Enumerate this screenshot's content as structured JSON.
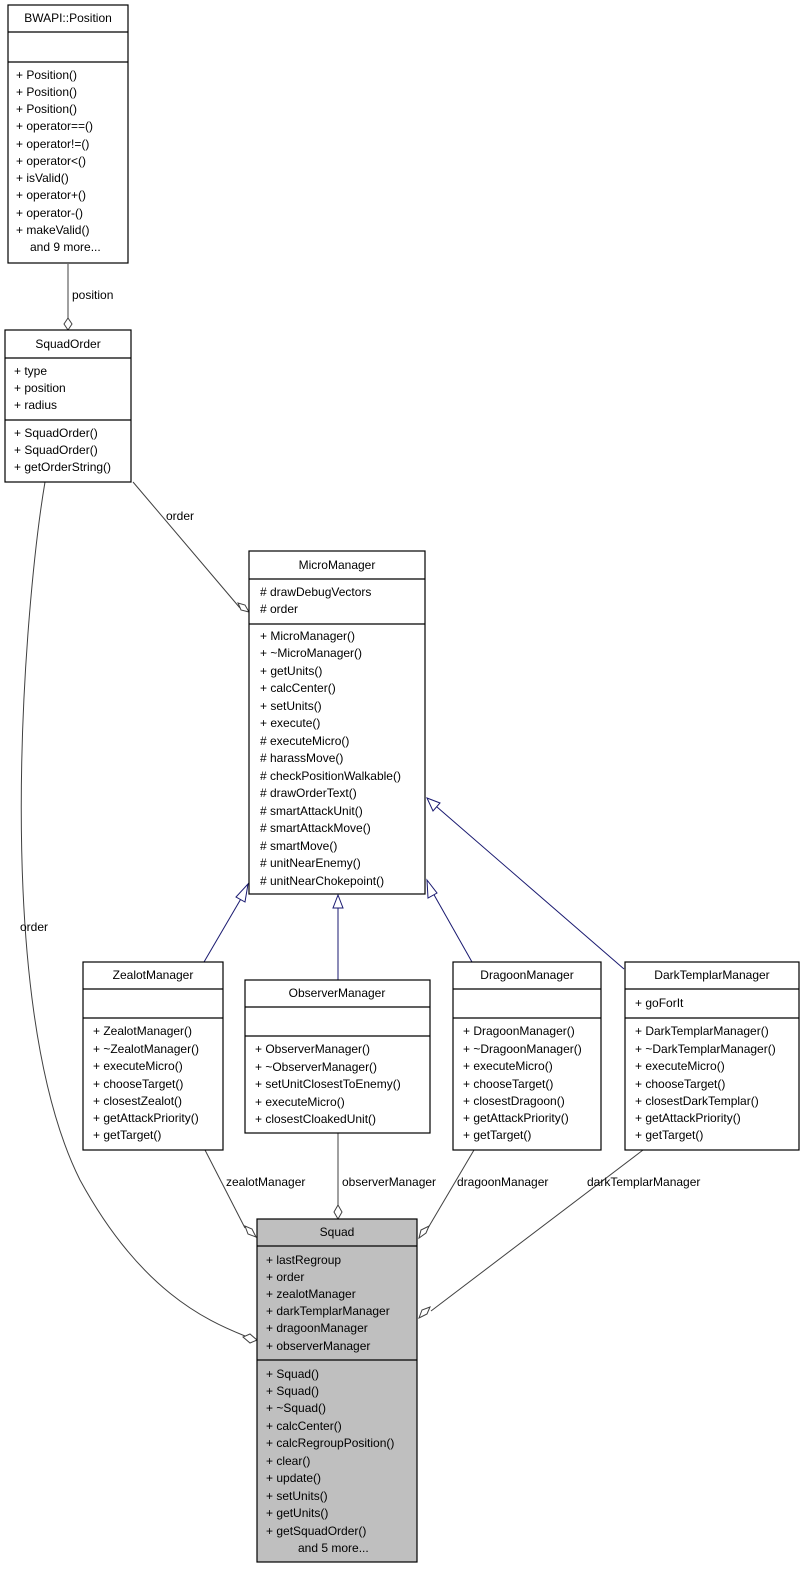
{
  "classes": {
    "position": {
      "name": "BWAPI::Position",
      "attributes": [],
      "methods": [
        "+ Position()",
        "+ Position()",
        "+ Position()",
        "+ operator==()",
        "+ operator!=()",
        "+ operator<()",
        "+ isValid()",
        "+ operator+()",
        "+ operator-()",
        "+ makeValid()"
      ],
      "more": "and 9 more..."
    },
    "squadorder": {
      "name": "SquadOrder",
      "attributes": [
        "+ type",
        "+ position",
        "+ radius"
      ],
      "methods": [
        "+ SquadOrder()",
        "+ SquadOrder()",
        "+ getOrderString()"
      ]
    },
    "micromanager": {
      "name": "MicroManager",
      "attributes": [
        "# drawDebugVectors",
        "# order"
      ],
      "methods": [
        "+ MicroManager()",
        "+ ~MicroManager()",
        "+ getUnits()",
        "+ calcCenter()",
        "+ setUnits()",
        "+ execute()",
        "# executeMicro()",
        "# harassMove()",
        "# checkPositionWalkable()",
        "# drawOrderText()",
        "# smartAttackUnit()",
        "# smartAttackMove()",
        "# smartMove()",
        "# unitNearEnemy()",
        "# unitNearChokepoint()"
      ]
    },
    "zealot": {
      "name": "ZealotManager",
      "attributes": [],
      "methods": [
        "+ ZealotManager()",
        "+ ~ZealotManager()",
        "+ executeMicro()",
        "+ chooseTarget()",
        "+ closestZealot()",
        "+ getAttackPriority()",
        "+ getTarget()"
      ]
    },
    "observer": {
      "name": "ObserverManager",
      "attributes": [],
      "methods": [
        "+ ObserverManager()",
        "+ ~ObserverManager()",
        "+ setUnitClosestToEnemy()",
        "+ executeMicro()",
        "+ closestCloakedUnit()"
      ]
    },
    "dragoon": {
      "name": "DragoonManager",
      "attributes": [],
      "methods": [
        "+ DragoonManager()",
        "+ ~DragoonManager()",
        "+ executeMicro()",
        "+ chooseTarget()",
        "+ closestDragoon()",
        "+ getAttackPriority()",
        "+ getTarget()"
      ]
    },
    "darktemplar": {
      "name": "DarkTemplarManager",
      "attributes": [
        "+ goForIt"
      ],
      "methods": [
        "+ DarkTemplarManager()",
        "+ ~DarkTemplarManager()",
        "+ executeMicro()",
        "+ chooseTarget()",
        "+ closestDarkTemplar()",
        "+ getAttackPriority()",
        "+ getTarget()"
      ]
    },
    "squad": {
      "name": "Squad",
      "attributes": [
        "+ lastRegroup",
        "+ order",
        "+ zealotManager",
        "+ darkTemplarManager",
        "+ dragoonManager",
        "+ observerManager"
      ],
      "methods": [
        "+ Squad()",
        "+ Squad()",
        "+ ~Squad()",
        "+ calcCenter()",
        "+ calcRegroupPosition()",
        "+ clear()",
        "+ update()",
        "+ setUnits()",
        "+ getUnits()",
        "+ getSquadOrder()"
      ],
      "more": "and 5 more..."
    }
  },
  "edge_labels": {
    "position": "position",
    "order_micro": "order",
    "order_squad": "order",
    "zealotManager": "zealotManager",
    "observerManager": "observerManager",
    "dragoonManager": "dragoonManager",
    "darkTemplarManager": "darkTemplarManager"
  },
  "colors": {
    "association": "#404040",
    "inheritance": "#191970",
    "highlight": "#bfbfbf"
  }
}
